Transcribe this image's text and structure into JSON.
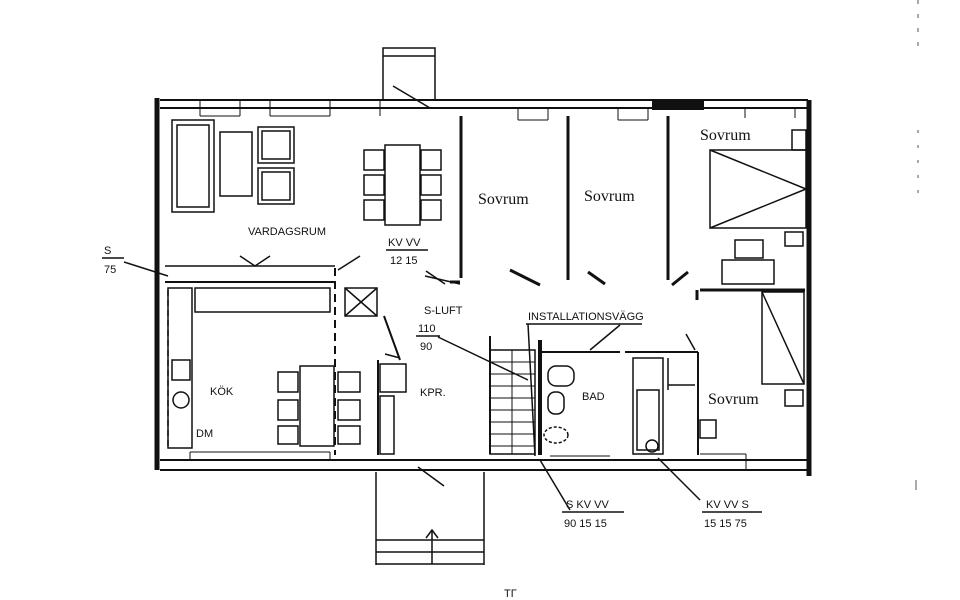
{
  "rooms": {
    "vardagsrum": "VARDAGSRUM",
    "kok": "KÖK",
    "dm": "DM",
    "kpr": "KPR.",
    "bad": "BAD",
    "sovrum_1": "Sovrum",
    "sovrum_2": "Sovrum",
    "sovrum_3": "Sovrum",
    "sovrum_4": "Sovrum"
  },
  "annotations": {
    "s75_top": "S",
    "s75_bottom": "75",
    "kvvv_header": "KV VV",
    "kvvv_values": "12 15",
    "sluft": "S-LUFT",
    "sluft_top": "110",
    "sluft_bottom": "90",
    "installationsvagg": "INSTALLATIONSVÄGG",
    "s_kv_vv_header": "S KV VV",
    "s_kv_vv_values": "90 15 15",
    "kv_vv_s_header": "KV VV S",
    "kv_vv_s_values": "15 15 75",
    "bottom_mark": "ΤΓ"
  }
}
